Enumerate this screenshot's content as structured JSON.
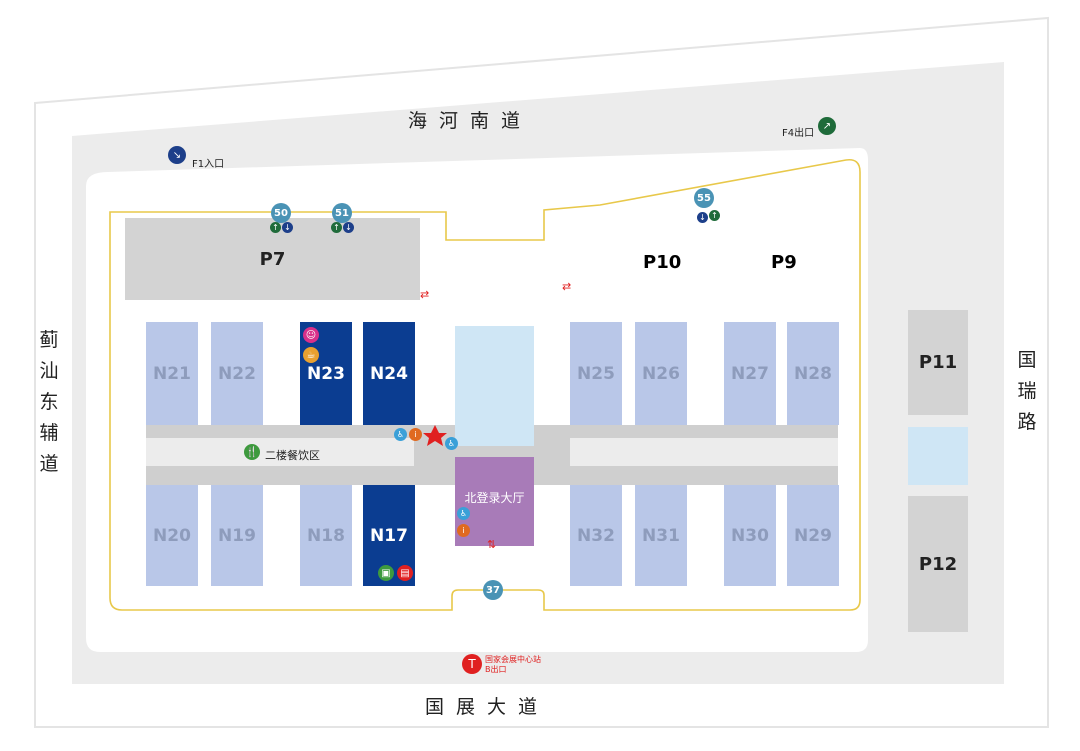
{
  "roads": {
    "north": "海河南道",
    "south": "国展大道",
    "west": "蓟汕东辅道",
    "east": "国瑞路"
  },
  "gates": {
    "entry": "F1入口",
    "exit": "F4出口"
  },
  "parking": [
    "P7",
    "P10",
    "P9",
    "P11",
    "P12"
  ],
  "halls_top": [
    "N21",
    "N22",
    "N23",
    "N24",
    "N25",
    "N26",
    "N27",
    "N28"
  ],
  "halls_bottom": [
    "N20",
    "N19",
    "N18",
    "N17",
    "N32",
    "N31",
    "N30",
    "N29"
  ],
  "lobby": "北登录大厅",
  "dining": "二楼餐饮区",
  "bus_stops": [
    "50",
    "51",
    "55",
    "37"
  ],
  "metro": {
    "line1": "国家会展中心站",
    "line2": "B出口"
  },
  "colors": {
    "hall": "#b9c7e8",
    "hall_highlight": "#0b3d91",
    "lobby": "#a87bb8",
    "parking": "#d3d3d3",
    "route": "#e8c84a",
    "bus": "#4a93b5"
  }
}
